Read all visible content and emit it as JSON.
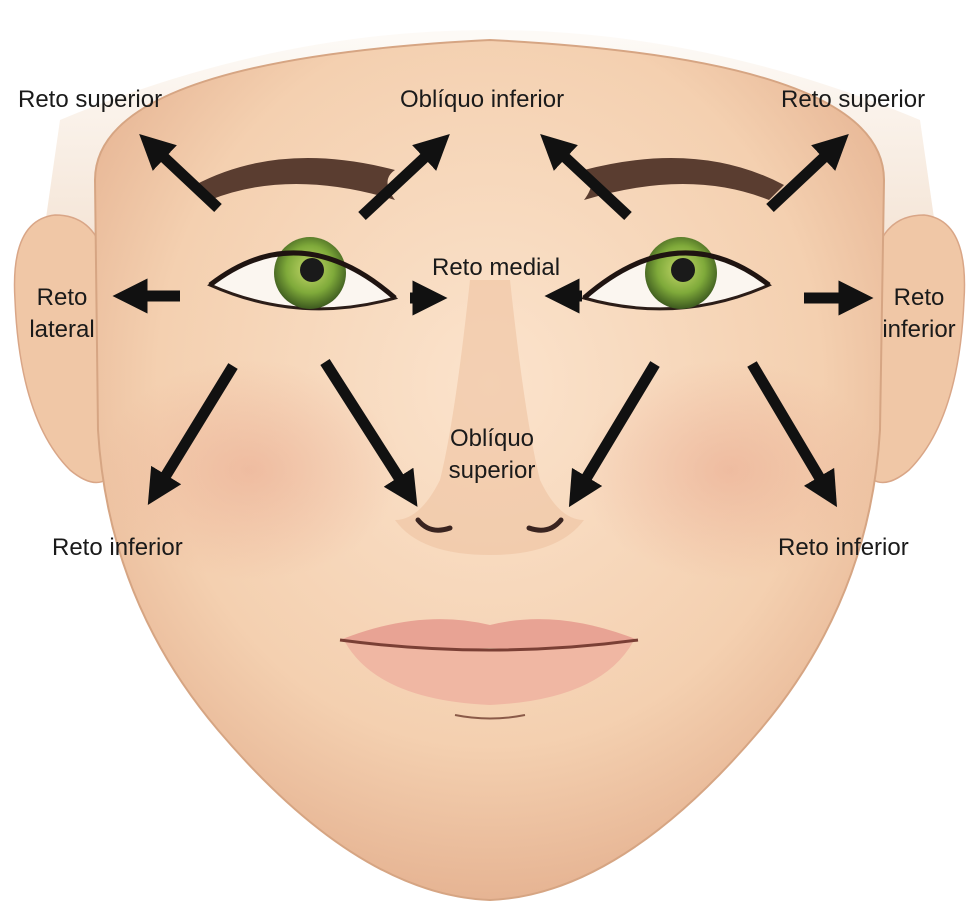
{
  "labels": {
    "reto_superior_left": "Reto superior",
    "obliquo_inferior": "Oblíquo inferior",
    "reto_superior_right": "Reto superior",
    "reto_medial": "Reto medial",
    "reto_lateral_line1": "Reto",
    "reto_lateral_line2": "lateral",
    "reto_inferior_right_top_line1": "Reto",
    "reto_inferior_right_top_line2": "inferior",
    "obliquo_superior_line1": "Oblíquo",
    "obliquo_superior_line2": "superior",
    "reto_inferior_left": "Reto inferior",
    "reto_inferior_right": "Reto inferior"
  },
  "colors": {
    "skin": "#f6d6b8",
    "skin_shadow": "#e8b796",
    "iris": "#7faa3a",
    "brow": "#5a3d30",
    "lips": "#e8a394",
    "arrow": "#111111"
  }
}
